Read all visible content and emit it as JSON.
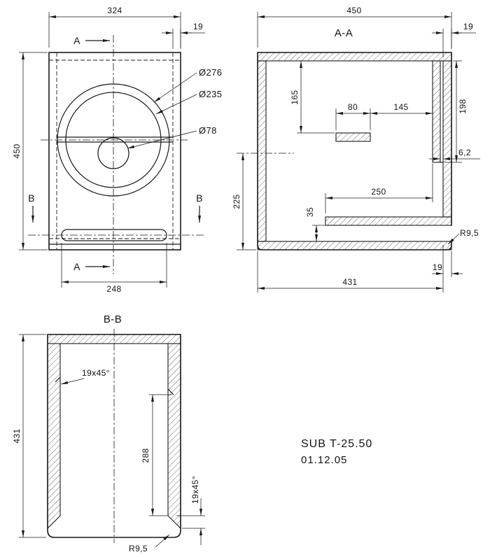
{
  "drawing": {
    "background": "#ffffff",
    "line_color": "#1a1a1a"
  },
  "front_view": {
    "section_marker_a": "A",
    "section_marker_b": "B",
    "dim_width": "324",
    "dim_edge": "19",
    "dim_height": "450",
    "dim_port_width": "248",
    "dia_cutout_outer": "Ø276",
    "dia_cutout_inner": "Ø235",
    "dia_port_hole": "Ø78"
  },
  "section_aa": {
    "title": "A-A",
    "dim_depth": "450",
    "dim_wall_top": "19",
    "dim_brace_top": "165",
    "dim_brace_width": "80",
    "dim_brace_to_front": "145",
    "dim_front_panel": "198",
    "dim_slot_gap": "6,2",
    "dim_axis_height": "225",
    "dim_shelf_length": "250",
    "dim_port_height": "35",
    "radius_note": "R9,5",
    "dim_wall_bottom": "19",
    "dim_inner_depth": "431"
  },
  "section_bb": {
    "title": "B-B",
    "dim_depth": "431",
    "chamfer_note_top": "19x45°",
    "dim_shelf": "288",
    "chamfer_note_bottom": "19x45°",
    "radius_note": "R9,5"
  },
  "title_block": {
    "model": "SUB T-25.50",
    "date": "01.12.05"
  }
}
